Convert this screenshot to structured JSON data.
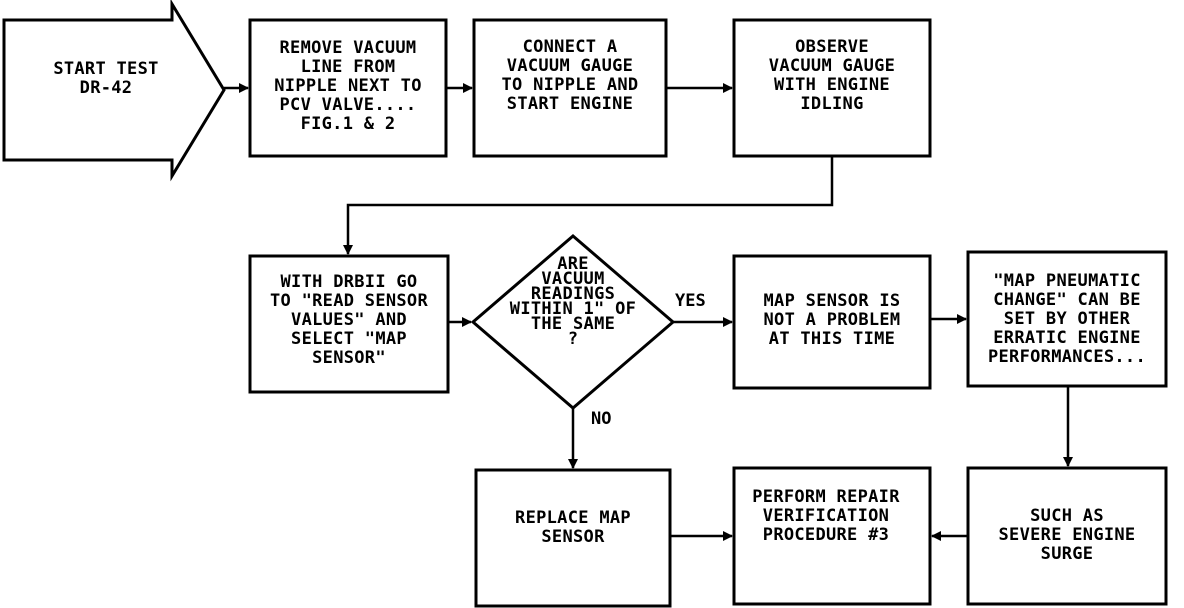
{
  "nodes": {
    "start": [
      "START TEST",
      "DR-42"
    ],
    "remove": [
      "REMOVE VACUUM",
      "LINE FROM",
      "NIPPLE NEXT TO",
      "PCV VALVE....",
      "FIG.1 & 2"
    ],
    "connect": [
      "CONNECT A",
      "VACUUM GAUGE",
      "TO NIPPLE AND",
      "START ENGINE"
    ],
    "observe": [
      "OBSERVE",
      "VACUUM GAUGE",
      "WITH ENGINE",
      "IDLING"
    ],
    "dr-go": [
      "WITH DRBII GO",
      "TO \"READ SENSOR",
      "VALUES\" AND",
      "SELECT \"MAP",
      "SENSOR\""
    ],
    "decision": [
      "ARE",
      "VACUUM",
      "READINGS",
      "WITHIN 1\" OF",
      "THE SAME",
      "?"
    ],
    "not-problem": [
      "MAP SENSOR IS",
      "NOT A PROBLEM",
      "AT THIS TIME"
    ],
    "pneumatic": [
      "\"MAP PNEUMATIC",
      "CHANGE\" CAN BE",
      "SET BY OTHER",
      "ERRATIC ENGINE",
      "PERFORMANCES..."
    ],
    "replace": [
      "REPLACE MAP",
      "SENSOR"
    ],
    "verify": [
      "PERFORM REPAIR",
      "VERIFICATION",
      "PROCEDURE #3"
    ],
    "surge": [
      "SUCH AS",
      "SEVERE ENGINE",
      "SURGE"
    ]
  },
  "edge_labels": {
    "yes": "YES",
    "no": "NO"
  }
}
